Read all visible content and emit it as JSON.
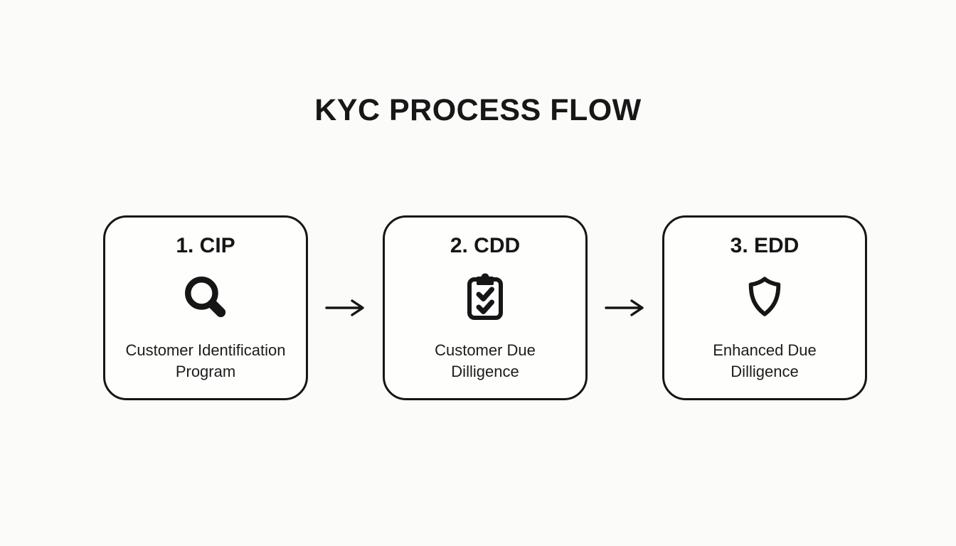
{
  "page": {
    "title": "KYC PROCESS FLOW",
    "background_color": "#fbfbfa",
    "text_color": "#161616"
  },
  "flow": {
    "arrow_glyph": "→",
    "steps": [
      {
        "heading": "1. CIP",
        "icon": "magnifier-icon",
        "caption": [
          "Customer Identification",
          "Program"
        ]
      },
      {
        "heading": "2. CDD",
        "icon": "clipboard-check-icon",
        "caption": [
          "Customer Due",
          "Dilligence"
        ]
      },
      {
        "heading": "3. EDD",
        "icon": "shield-icon",
        "caption": [
          "Enhanced Due",
          "Dilligence"
        ]
      }
    ]
  }
}
